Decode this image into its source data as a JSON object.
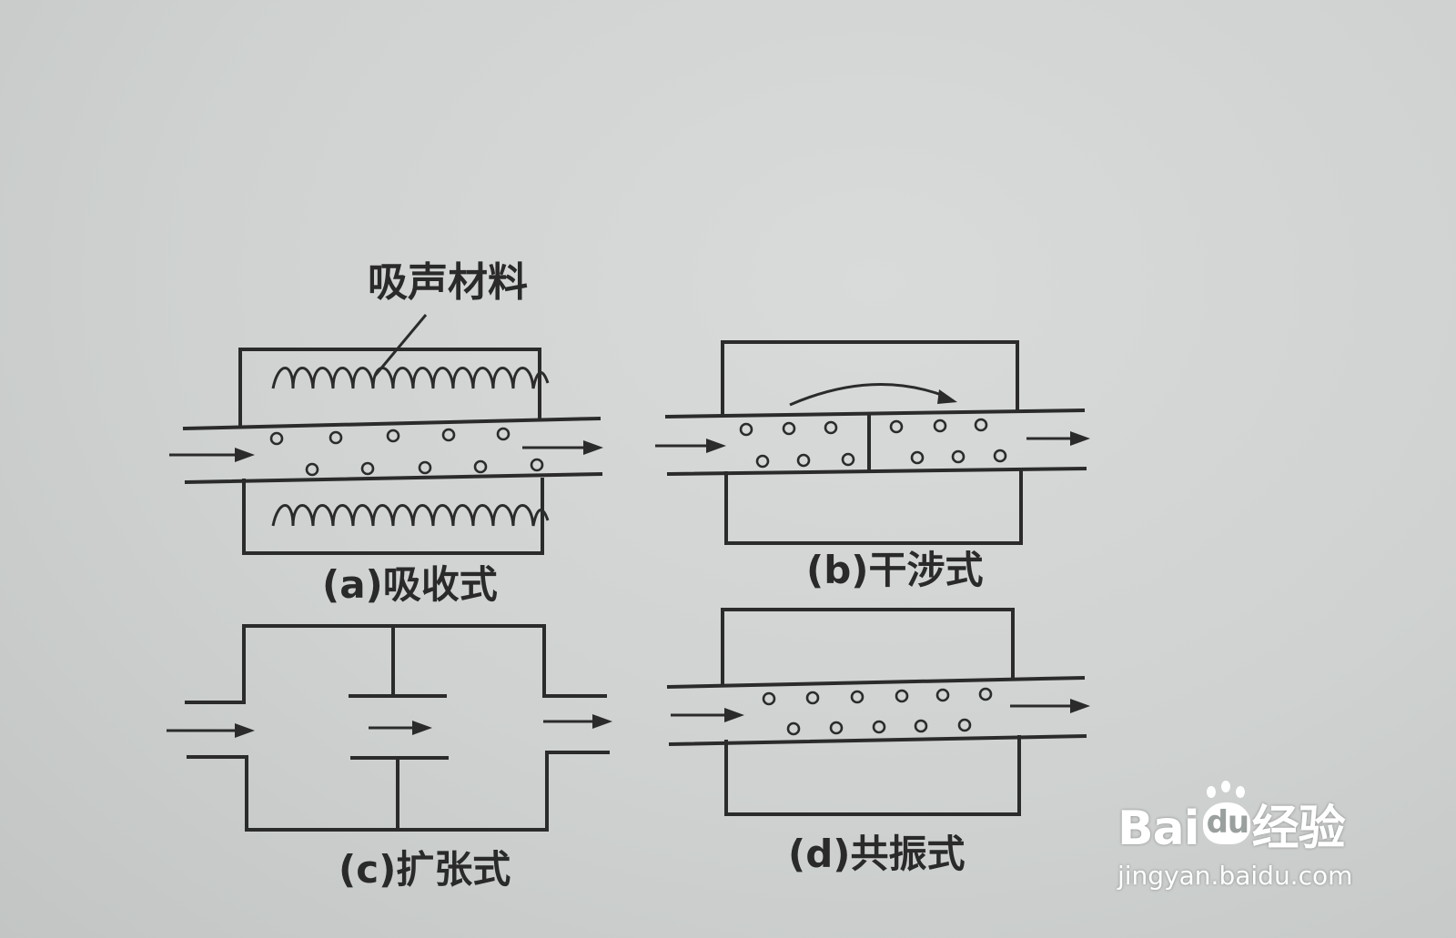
{
  "callout": {
    "label": "吸声材料"
  },
  "panels": [
    {
      "id": "a",
      "caption": "(a)吸收式"
    },
    {
      "id": "b",
      "caption": "(b)干涉式"
    },
    {
      "id": "c",
      "caption": "(c)扩张式"
    },
    {
      "id": "d",
      "caption": "(d)共振式"
    }
  ],
  "watermark": {
    "brand_left": "Bai",
    "brand_paw": "du",
    "brand_right": "经验",
    "site": "jingyan.baidu.com",
    "color": "#ffffff"
  },
  "colors": {
    "ink": "#2b2b2b",
    "paper": "#d3d6d5"
  }
}
